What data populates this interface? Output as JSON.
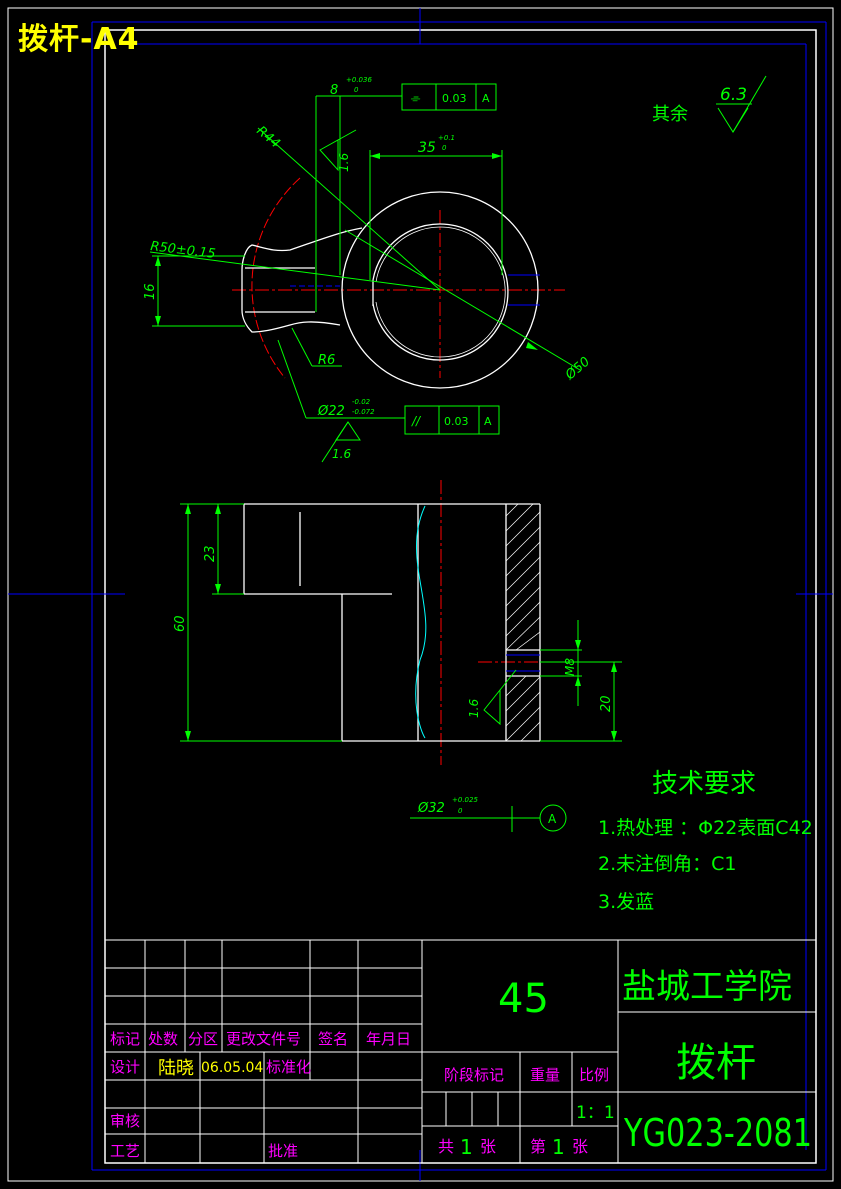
{
  "sheet_label": "拨杆-A4",
  "colors": {
    "background": "#000000",
    "frame": "#ffffff",
    "grid": "#0000ff",
    "dimension": "#00ff00",
    "geometry": "#ffffff",
    "centerline": "#ff0000",
    "hidden": "#00ffff",
    "title_text": "#ff00ff",
    "label": "#ffff00"
  },
  "top_view": {
    "dim_8": "8",
    "dim_8_tol_upper": "+0.036",
    "dim_8_tol_lower": "0",
    "fcf1": {
      "symbol": "⌯",
      "value": "0.03",
      "datum": "A"
    },
    "dim_35": "35",
    "dim_35_tol_upper": "+0.1",
    "dim_35_tol_lower": "0",
    "r44": "R44",
    "r50": "R50±0.15",
    "rough_1_6_a": "1.6",
    "dim_16": "16",
    "r6": "R6",
    "dia_50": "Ø50",
    "dia_22": "Ø22",
    "dia_22_tol_upper": "-0.02",
    "dia_22_tol_lower": "-0.072",
    "fcf2": {
      "symbol": "//",
      "value": "0.03",
      "datum": "A"
    },
    "rough_1_6_b": "1.6"
  },
  "roughness_note": {
    "label": "其余",
    "value": "6.3"
  },
  "front_view": {
    "dim_23": "23",
    "dim_60": "60",
    "dim_m8": "M8",
    "dim_20": "20",
    "rough_1_6": "1.6",
    "dia_32": "Ø32",
    "dia_32_tol_upper": "+0.025",
    "dia_32_tol_lower": "0",
    "datum": "A"
  },
  "tech_requirements": {
    "title": "技术要求",
    "items": [
      "1.热处理 ：Φ22表面C42",
      "2.未注倒角：C1",
      "3.发蓝"
    ]
  },
  "title_block": {
    "material": "45",
    "school": "盐城工学院",
    "part_name": "拨杆",
    "drawing_no": "YG023-2081",
    "headers": {
      "mark": "标记",
      "count": "处数",
      "zone": "分区",
      "change_doc": "更改文件号",
      "sign": "签名",
      "date": "年月日"
    },
    "design_label": "设计",
    "designer": "陆晓",
    "design_date": "06.05.04",
    "standardize": "标准化",
    "review": "审核",
    "process": "工艺",
    "approve": "批准",
    "stage_mark": "阶段标记",
    "weight": "重量",
    "scale_label": "比例",
    "scale": "1：1",
    "total_label_1": "共",
    "total_sheets": "1",
    "total_label_2": "张",
    "sheet_label_1": "第",
    "sheet_no": "1",
    "sheet_label_2": "张"
  }
}
